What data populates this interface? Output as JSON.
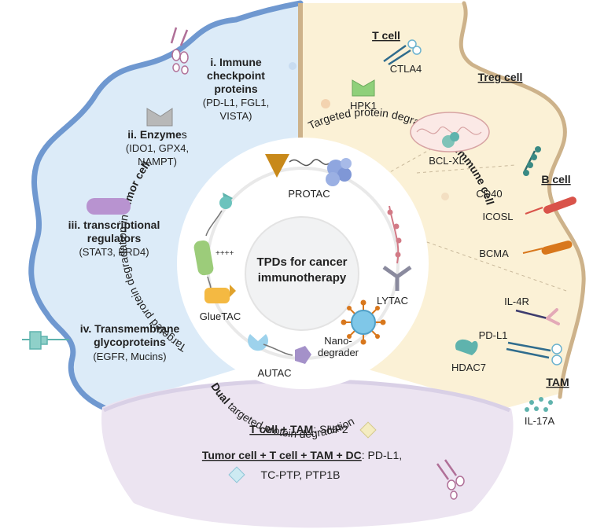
{
  "center": {
    "line1": "TPDs for cancer",
    "line2": "immunotherapy"
  },
  "ring_labels": {
    "tumor_prefix": "Targeted protein degradation in ",
    "tumor_bold": "tumor cell",
    "immune_prefix": "Targeted protein degradation in ",
    "immune_bold": "immune cell",
    "dual_bold": "Dual",
    "dual_rest": " targeted protein degradation"
  },
  "degraders": {
    "protac": "PROTAC",
    "lytac": "LYTAC",
    "nano_line1": "Nano-",
    "nano_line2": "degrader",
    "autac": "AUTAC",
    "gluetac": "GlueTAC"
  },
  "tumor_targets": {
    "checkpoint": {
      "title_l1": "i. Immune",
      "title_l2": "checkpoint",
      "title_l3": "proteins",
      "detail_l1": "(PD-L1, FGL1,",
      "detail_l2": "VISTA)"
    },
    "enzymes": {
      "title_bold": "ii. Enzyme",
      "title_rest": "s",
      "detail_l1": "(IDO1, GPX4,",
      "detail_l2": "NAMPT)"
    },
    "transcriptional": {
      "title_l1": "iii. transcriptional",
      "title_l2": "regulators",
      "detail": "(STAT3, BRD4)"
    },
    "transmembrane": {
      "title_l1": "iv. Transmembrane",
      "title_l2": "glycoproteins",
      "detail": "(EGFR, Mucins)"
    }
  },
  "immune_cells": {
    "t_cell": "T cell",
    "treg_cell": "Treg cell",
    "b_cell": "B cell",
    "tam": "TAM"
  },
  "immune_targets": {
    "ctla4": "CTLA4",
    "hpk1": "HPK1",
    "bclxl": "BCL-XL",
    "cd40": "CD40",
    "icosl": "ICOSL",
    "bcma": "BCMA",
    "il4r": "IL-4R",
    "pdl1": "PD-L1",
    "hdac7": "HDAC7",
    "il17a": "IL-17A"
  },
  "dual": {
    "line1_u": "T cell + TAM",
    "line1_rest": ": SHP2",
    "line2_u": "Tumor cell + T cell + TAM + DC",
    "line2_rest": ": PD-L1,",
    "line3": "TC-PTP, PTP1B"
  },
  "colors": {
    "tumor_bg": "#dcebf8",
    "tumor_membrane": "#6f98d0",
    "immune_bg": "#fbf1d6",
    "immune_membrane": "#cdb28a",
    "dual_bg": "#ece4f1",
    "protac": "#c8891a",
    "protein": "#8fa6df",
    "hpk1": "#8fd07a",
    "teal": "#6cc3bd",
    "purple_receptor": "#b07098",
    "orange": "#d8771c",
    "red": "#d9534a",
    "stat": "#b893d0"
  }
}
